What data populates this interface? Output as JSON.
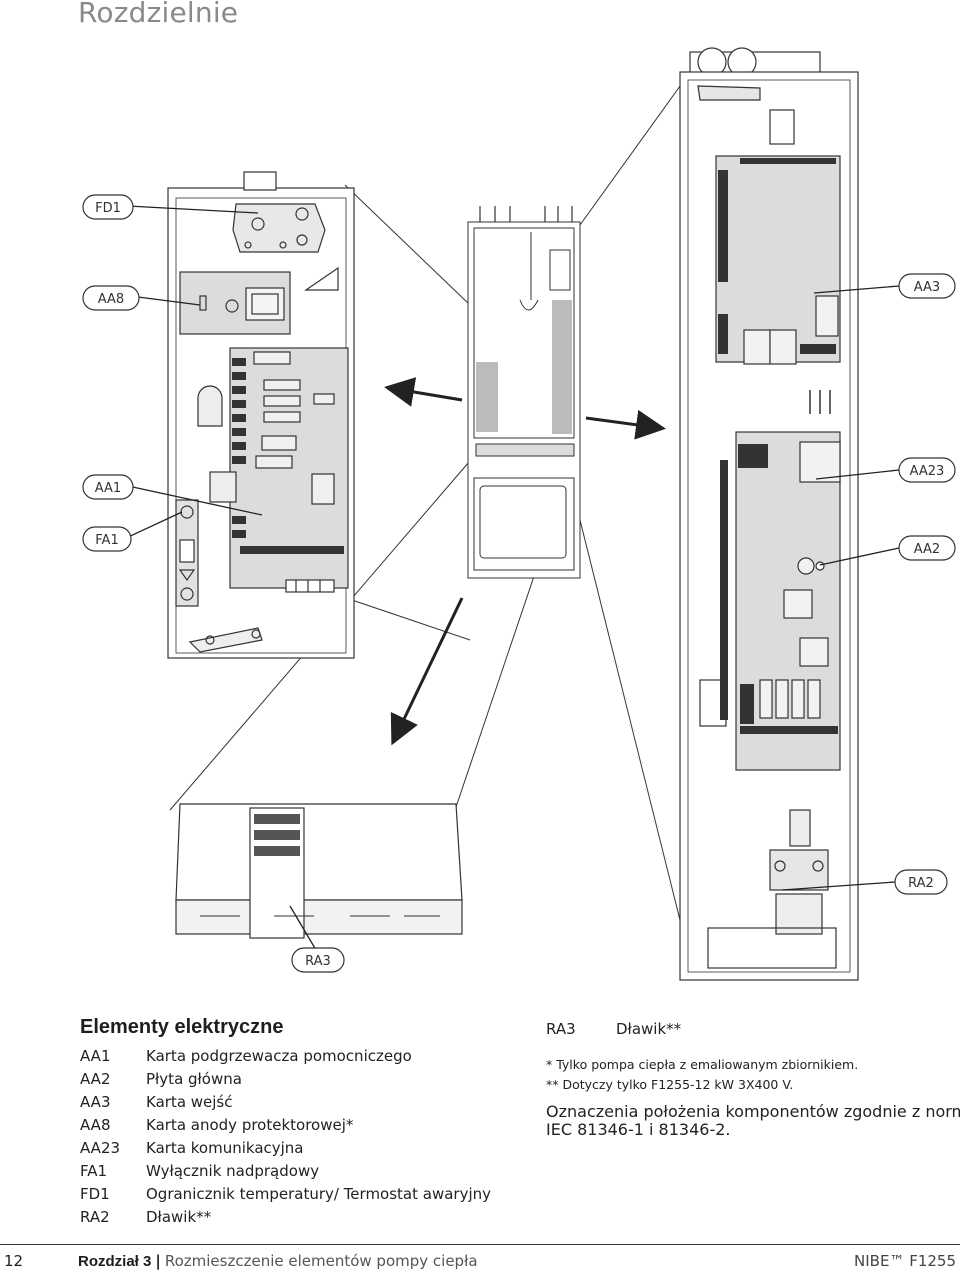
{
  "page": {
    "title": "Rozdzielnie"
  },
  "callouts": {
    "fd1": "FD1",
    "aa8": "AA8",
    "aa1": "AA1",
    "fa1": "FA1",
    "aa3": "AA3",
    "aa23": "AA23",
    "aa2": "AA2",
    "ra2": "RA2",
    "ra3": "RA3"
  },
  "legend": {
    "title": "Elementy elektryczne",
    "items": [
      {
        "code": "AA1",
        "label": "Karta podgrzewacza pomocniczego"
      },
      {
        "code": "AA2",
        "label": "Płyta główna"
      },
      {
        "code": "AA3",
        "label": "Karta wejść"
      },
      {
        "code": "AA8",
        "label": "Karta anody protektorowej*"
      },
      {
        "code": "AA23",
        "label": "Karta komunikacyjna"
      },
      {
        "code": "FA1",
        "label": "Wyłącznik nadprądowy"
      },
      {
        "code": "FD1",
        "label": "Ogranicznik temperatury/ Termostat awaryjny"
      },
      {
        "code": "RA2",
        "label": "Dławik**"
      }
    ],
    "extra": {
      "code": "RA3",
      "label": "Dławik**"
    }
  },
  "notes": {
    "note1": "* Tylko pompa ciepła z emaliowanym zbiornikiem.",
    "note2": "** Dotyczy tylko F1255-12 kW 3X400 V.",
    "note3_line1": "Oznaczenia położenia komponentów zgodnie z normą",
    "note3_line2": "IEC 81346-1 i 81346-2."
  },
  "footer": {
    "page_number": "12",
    "chapter_label": "Rozdział 3",
    "chapter_title": "Rozmieszczenie elementów pompy ciepła",
    "brand": "NIBE™ F1255"
  }
}
